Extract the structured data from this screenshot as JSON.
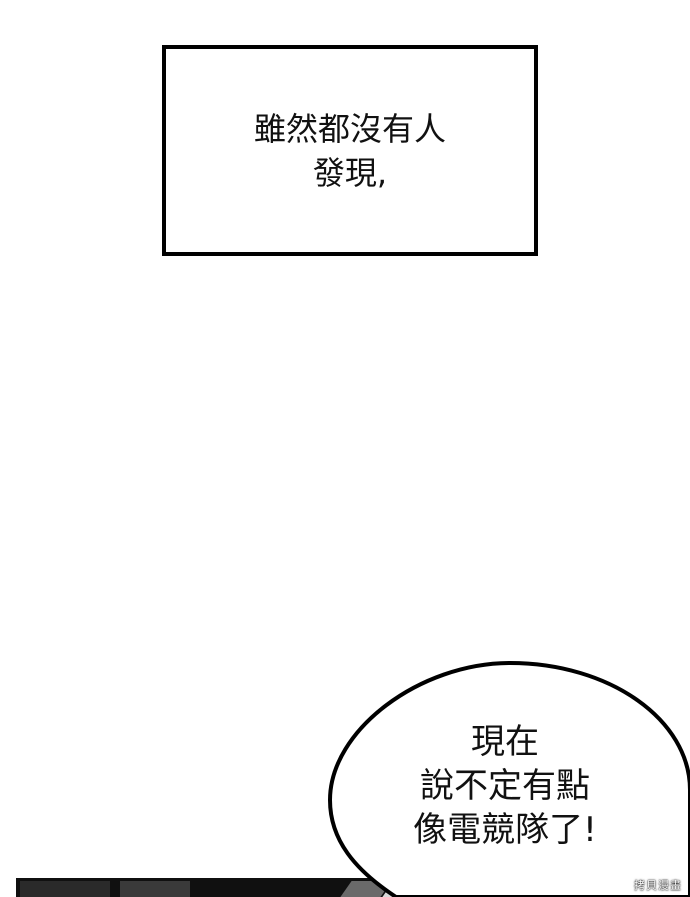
{
  "narration": {
    "lines": [
      "雖然都沒有人",
      "發現,"
    ]
  },
  "speech_bubble": {
    "lines": [
      "現在",
      "說不定有點",
      "像電競隊了!"
    ]
  },
  "watermark": {
    "text": "拷貝漫畫"
  },
  "colors": {
    "ink": "#000000",
    "paper": "#ffffff",
    "panel_dark": "#101010"
  }
}
